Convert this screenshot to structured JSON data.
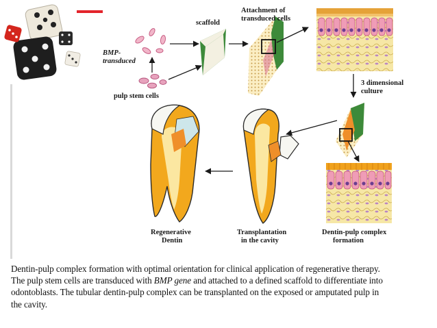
{
  "labels": {
    "bmp_line1": "BMP-",
    "bmp_line2": "transduced",
    "pulp_stem_cells": "pulp stem cells",
    "scaffold": "scaffold",
    "attachment_line1": "Attachment of",
    "attachment_line2": "transduced cells",
    "culture_line1": "3 dimensional",
    "culture_line2": "culture",
    "complex_line1": "Dentin-pulp complex",
    "complex_line2": "formation",
    "transplant_line1": "Transplantation",
    "transplant_line2": "in the cavity",
    "regen_line1": "Regenerative",
    "regen_line2": "Dentin"
  },
  "caption": {
    "line1": "Dentin-pulp complex formation with optimal orientation for clinical application of regenerative therapy.",
    "line2_a": "The pulp stem cells are transduced with ",
    "line2_gene": "BMP gene",
    "line2_b": " and attached to a defined scaffold to differentiate into",
    "line3": "odontoblasts. The tubular dentin-pulp complex can be transplanted on the exposed or amputated pulp in",
    "line4": "the cavity."
  },
  "colors": {
    "accent": "#e3242b",
    "scaffold_green": "#3d8a3a",
    "dentin_orange": "#f0a11c",
    "cell_pink": "#e9a1b9",
    "tissue_yellow": "#f6e7a6"
  }
}
